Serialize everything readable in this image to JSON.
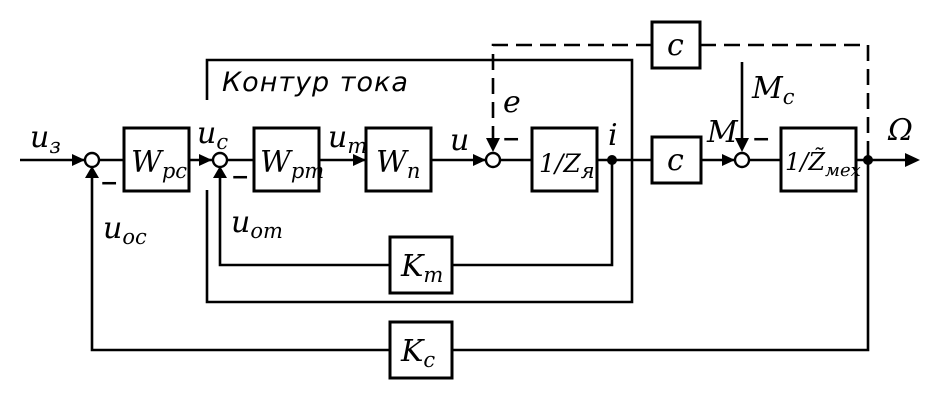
{
  "contour_label": "Контур тока",
  "blocks": {
    "w_rs": {
      "main": "W",
      "sub": "рс"
    },
    "w_rt": {
      "main": "W",
      "sub": "рт"
    },
    "w_p": {
      "main": "W",
      "sub": "п"
    },
    "z_ya": {
      "main": "1/Z",
      "sub": "я"
    },
    "c_mid": {
      "main": "c"
    },
    "c_top": {
      "main": "c"
    },
    "z_mech": {
      "main": "1/Z̃",
      "sub": "мех"
    },
    "k_t": {
      "main": "K",
      "sub": "т"
    },
    "k_s": {
      "main": "K",
      "sub": "с"
    }
  },
  "signals": {
    "u_z": {
      "main": "u",
      "sub": "з"
    },
    "u_s": {
      "main": "u",
      "sub": "с"
    },
    "u_t": {
      "main": "u",
      "sub": "т"
    },
    "u": {
      "main": "u"
    },
    "e": {
      "main": "e"
    },
    "i": {
      "main": "i"
    },
    "M": {
      "main": "M"
    },
    "M_s": {
      "main": "M",
      "sub": "с"
    },
    "omega": {
      "main": "Ω"
    },
    "u_os": {
      "main": "u",
      "sub": "ос"
    },
    "u_ot": {
      "main": "u",
      "sub": "от"
    }
  },
  "minus_sign": "−"
}
